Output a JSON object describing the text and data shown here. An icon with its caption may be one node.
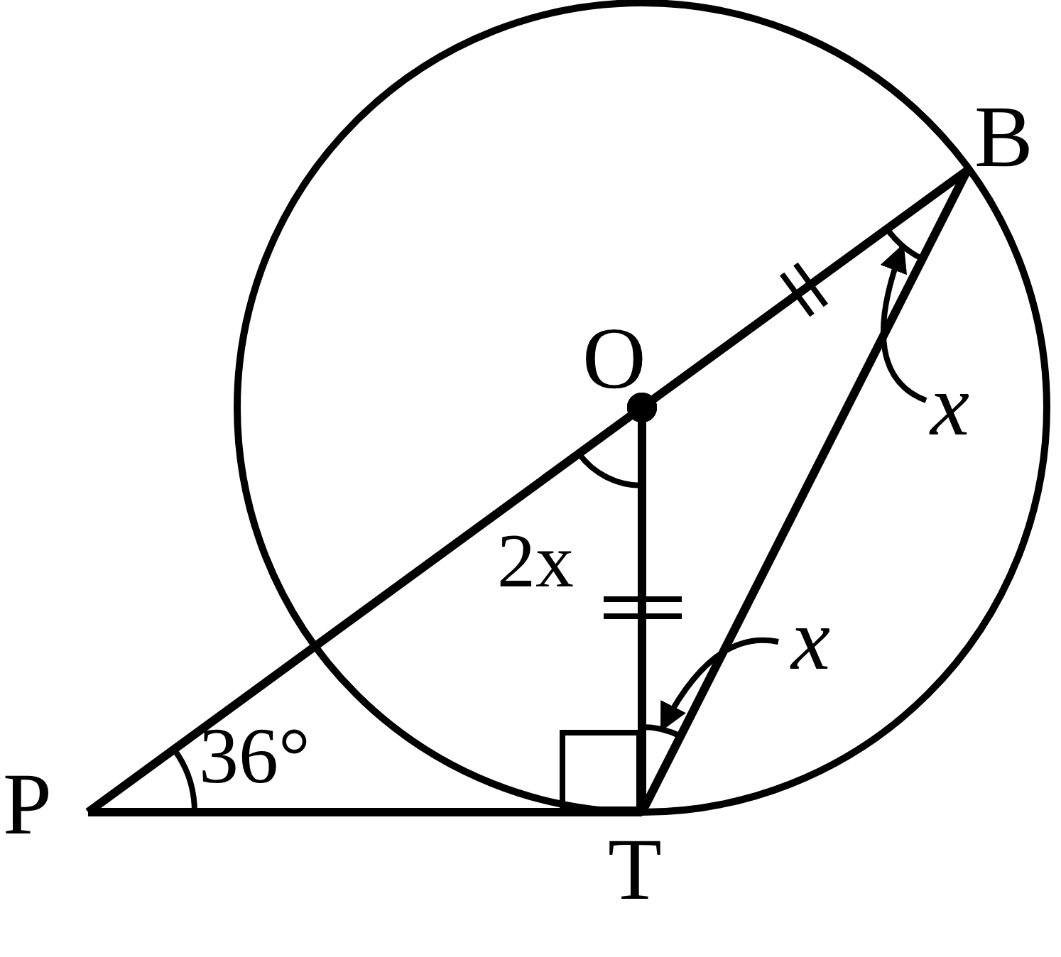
{
  "diagram": {
    "nodes": [
      {
        "text": [
          "P"
        ]
      },
      {
        "text": [
          "O"
        ]
      },
      {
        "text": [
          "B"
        ]
      },
      {
        "text": [
          "T"
        ]
      },
      {
        "text": [
          "x"
        ]
      },
      {
        "text": [
          "x"
        ]
      },
      {
        "text": [],
        "shape": "arc"
      },
      {
        "text": [],
        "shape": "arc"
      }
    ],
    "edges": [
      {
        "from": 0,
        "to": 1,
        "arrow": "other"
      },
      {
        "from": 1,
        "to": 2,
        "arrow": "other"
      },
      {
        "from": 1,
        "to": 3,
        "arrow": "other"
      },
      {
        "from": 0,
        "to": 3,
        "arrow": "none"
      },
      {
        "from": 3,
        "to": 2,
        "arrow": "none"
      },
      {
        "from": 4,
        "to": 6,
        "arrow": "to"
      },
      {
        "from": 5,
        "to": 7,
        "arrow": "to"
      }
    ],
    "labels": [
      "36°",
      "2x"
    ]
  }
}
